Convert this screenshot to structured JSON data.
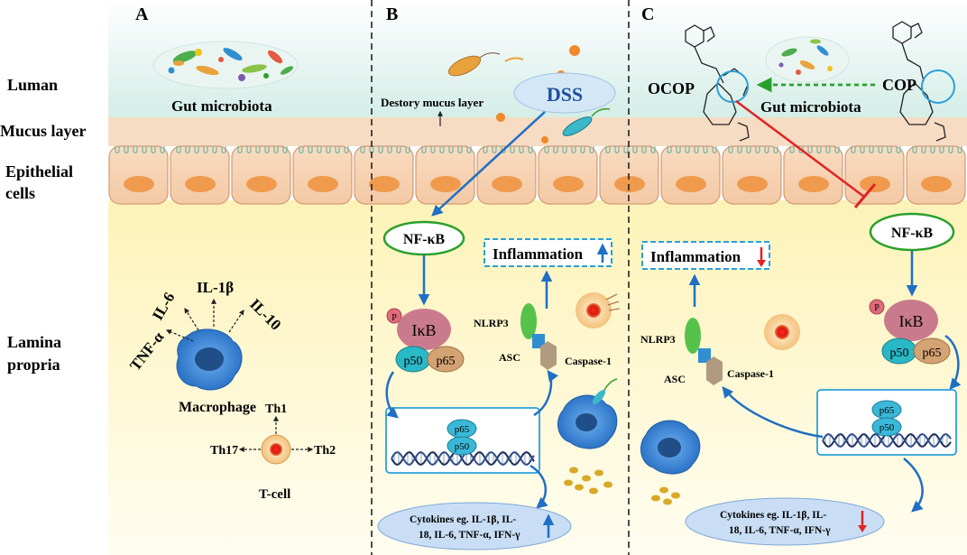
{
  "panels": {
    "a": {
      "letter": "A",
      "microbiota_label": "Gut microbiota",
      "cytokines": [
        "TNF-α",
        "IL-6",
        "IL-1β",
        "IL-10"
      ],
      "macrophage_label": "Macrophage",
      "tcell_label": "T-cell",
      "th_labels": [
        "Th1",
        "Th17",
        "Th2"
      ]
    },
    "b": {
      "letter": "B",
      "dss_label": "DSS",
      "destroy_label": "Destory mucus layer",
      "nfkb_label": "NF-κB",
      "inflammation_label": "Inflammation",
      "ikb_label": "IκB",
      "p_label": "P",
      "p50_label": "p50",
      "p65_label": "p65",
      "nlrp3_label": "NLRP3",
      "asc_label": "ASC",
      "caspase_label": "Caspase-1",
      "cytokines_line1": "Cytokines  eg. IL-1β, IL-",
      "cytokines_line2": "18, IL-6, TNF-α, IFN-γ"
    },
    "c": {
      "letter": "C",
      "ocop_label": "OCOP",
      "cop_label": "COP",
      "microbiota_label": "Gut microbiota",
      "nfkb_label": "NF-κB",
      "inflammation_label": "Inflammation",
      "ikb_label": "IκB",
      "p_label": "P",
      "p50_label": "p50",
      "p65_label": "p65",
      "nlrp3_label": "NLRP3",
      "asc_label": "ASC",
      "caspase_label": "Caspase-1",
      "cytokines_line1": "Cytokines  eg. IL-1β, IL-",
      "cytokines_line2": "18, IL-6, TNF-α, IFN-γ"
    }
  },
  "row_labels": {
    "luman": "Luman",
    "mucus": "Mucus layer",
    "epithelial_1": "Epithelial",
    "epithelial_2": "cells",
    "lamina_1": "Lamina",
    "lamina_2": "propria"
  },
  "colors": {
    "lumen_bg": "#d8efe9",
    "mucus_bg": "#f7dcc4",
    "cell_fill": "#f6d2b2",
    "cell_stroke": "#d19a72",
    "nucleus": "#f09a4e",
    "lamina_bg": "#fdf7c6",
    "nfkb_stroke": "#2aa02a",
    "arrow_blue": "#1f6fc4",
    "inhibit_red": "#e02424",
    "ikb": "#c97b8d",
    "p50": "#29b8c6",
    "p65": "#d4a373",
    "macrophage": "#3a86d8",
    "cytokine_ellipse": "#c9def5"
  }
}
